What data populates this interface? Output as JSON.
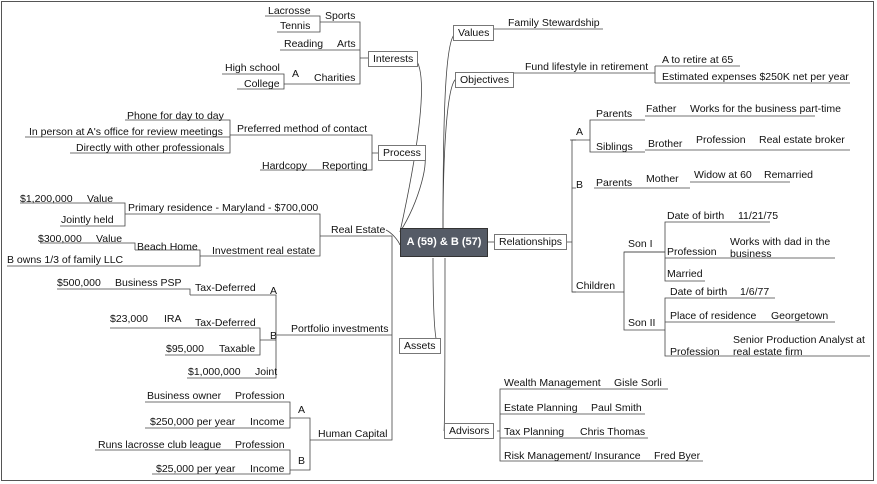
{
  "root": {
    "label": "A (59) & B (57)"
  },
  "branches": {
    "values": {
      "label": "Values",
      "items": [
        "Family Stewardship"
      ]
    },
    "objectives": {
      "label": "Objectives",
      "items": [
        "Fund lifestyle in retirement",
        "A to retire at 65",
        "Estimated expenses $250K net per year"
      ]
    },
    "relationships": {
      "label": "Relationships",
      "a": "A",
      "b": "B",
      "parents": "Parents",
      "father": "Father",
      "father_note": "Works for the business part-time",
      "siblings": "Siblings",
      "brother": "Brother",
      "profession": "Profession",
      "brother_profession": "Real estate broker",
      "mother": "Mother",
      "widow": "Widow at 60",
      "remarried": "Remarried",
      "children": "Children",
      "dob_label": "Date of birth",
      "residence_label": "Place of residence",
      "son_i": {
        "label": "Son I",
        "dob": "11/21/75",
        "profession": "Works with dad in the business",
        "status": "Married"
      },
      "son_ii": {
        "label": "Son II",
        "dob": "1/6/77",
        "residence": "Georgetown",
        "profession": "Senior Production Analyst at real estate firm"
      }
    },
    "advisors": {
      "label": "Advisors",
      "items": [
        {
          "role": "Wealth Management",
          "name": "Gisle Sorli"
        },
        {
          "role": "Estate Planning",
          "name": "Paul Smith"
        },
        {
          "role": "Tax Planning",
          "name": "Chris Thomas"
        },
        {
          "role": "Risk Management/ Insurance",
          "name": "Fred Byer"
        }
      ]
    },
    "interests": {
      "label": "Interests",
      "sports": "Sports",
      "lacrosse": "Lacrosse",
      "tennis": "Tennis",
      "reading": "Reading",
      "arts": "Arts",
      "a": "A",
      "charities": "Charities",
      "high_school": "High school",
      "college": "College"
    },
    "process": {
      "label": "Process",
      "preferred": "Preferred method of contact",
      "phone": "Phone for day to day",
      "in_person": "In person at A's office for review meetings",
      "directly": "Directly with other professionals",
      "hardcopy": "Hardcopy",
      "reporting": "Reporting"
    },
    "assets": {
      "label": "Assets",
      "real_estate": "Real Estate",
      "primary": "Primary residence - Maryland - $700,000",
      "primary_value": "$1,200,000",
      "value_label": "Value",
      "jointly": "Jointly held",
      "investment_re": "Investment real estate",
      "beach_home": "Beach Home",
      "beach_value": "$300,000",
      "beach_owner": "B owns 1/3 of family LLC",
      "portfolio": "Portfolio investments",
      "a": "A",
      "b": "B",
      "tax_deferred": "Tax-Deferred",
      "business_psp": "Business PSP",
      "psp_value": "$500,000",
      "ira": "IRA",
      "ira_value": "$23,000",
      "taxable_value": "$95,000",
      "taxable": "Taxable",
      "joint_value": "$1,000,000",
      "joint": "Joint",
      "human_capital": "Human Capital",
      "business_owner": "Business owner",
      "profession": "Profession",
      "income_a": "$250,000 per year",
      "income": "Income",
      "runs_league": "Runs lacrosse club league",
      "income_b": "$25,000 per year"
    }
  }
}
